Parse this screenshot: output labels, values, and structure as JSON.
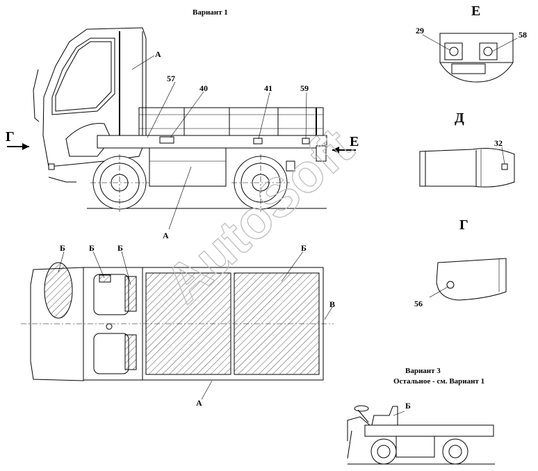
{
  "titles": {
    "variant1": "Вариант 1",
    "variant3": "Вариант 3",
    "variant3_note": "Остальное - см. Вариант 1"
  },
  "views": {
    "E": "Е",
    "D": "Д",
    "G": "Г"
  },
  "arrows": {
    "left_G": "Г",
    "right_E": "Е"
  },
  "callouts": {
    "A_cab": "А",
    "A_tank": "А",
    "A_top": "А",
    "B1": "Б",
    "B2": "Б",
    "B3": "Б",
    "B4": "Б",
    "B5": "Б",
    "V": "В",
    "n57": "57",
    "n40": "40",
    "n41": "41",
    "n59": "59",
    "n29": "29",
    "n58": "58",
    "n32": "32",
    "n56": "56"
  },
  "watermark": "AutoSoft"
}
